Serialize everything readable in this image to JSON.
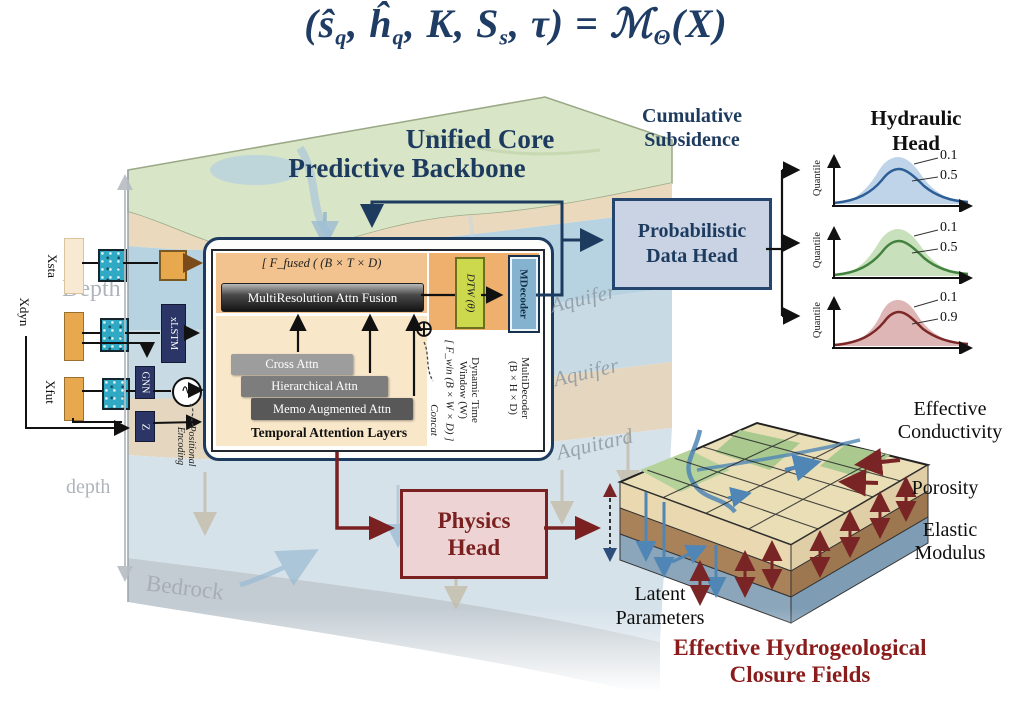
{
  "formula": {
    "parts": [
      "(ŝ",
      "q",
      ", ĥ",
      "q",
      ", K, S",
      "s",
      ", τ) = ℳ",
      "Θ",
      "(X)"
    ]
  },
  "backbone": {
    "title_line1": "Unified Core",
    "title_line2": "Predictive Backbone",
    "fused_label": "[ F_fused ( (B × T × D)",
    "fusion_bar_label": "MultiResolution Attn Fusion",
    "attention_layers": [
      "Cross Attn",
      "Hierarchical Attn",
      "Memo Augmented Attn"
    ],
    "attention_caption": "Temporal Attention Layers",
    "plus_symbol": "⊕",
    "dtw_box_label": "DTW (θ)",
    "decoder_box_label": "MDecoder",
    "concat_label": "Concat",
    "fwin_label": "[ F_win (B × W × D) ]",
    "window_caption": "Dynamic Time\nWindow (W)",
    "decoder_caption": "MultiDecoder\n(B × H × D)"
  },
  "inputs": {
    "xsta_label": "Xsta",
    "xdyn_label": "Xdyn",
    "xfut_label": "Xfut",
    "lstm_label": "xLSTM",
    "gnn_label": "GNN",
    "z_label": "Z",
    "positional_encoding": "Positional\nEncoding",
    "pe_symbol": "∿"
  },
  "geology": {
    "depth_upper": "Depth",
    "depth_lower": "depth",
    "layer_labels": [
      "Aquifer",
      "Aquifer",
      "Aquitard"
    ],
    "bedrock_label": "Bedrock"
  },
  "outputs": {
    "cumulative_label": "Cumulative\nSubsidence",
    "prob_head_label": "Probabilistic\nData Head",
    "hydraulic_label": "Hydraulic\nHead",
    "quantile_axis_label": "Quantile",
    "plots": [
      {
        "name": "quantile-plot-blue",
        "labels": [
          "0.1",
          "0.5"
        ],
        "line_color": "#2d5f96",
        "band_color": "#b0c9e4"
      },
      {
        "name": "quantile-plot-green",
        "labels": [
          "0.1",
          "0.5"
        ],
        "line_color": "#44823f",
        "band_color": "#bedbb0"
      },
      {
        "name": "quantile-plot-red",
        "labels": [
          "0.1",
          "0.9"
        ],
        "line_color": "#7c2828",
        "band_color": "#dcaeae"
      }
    ]
  },
  "physics": {
    "head_label": "Physics\nHead",
    "latent_label": "Latent\nParameters",
    "closure_label": "Effective Hydrogeological\nClosure Fields",
    "field_labels": [
      "Effective\nConductivity",
      "Porosity",
      "Elastic\nModulus"
    ]
  },
  "colors": {
    "formula_navy": "#1e3c64",
    "dark_red": "#7a2020",
    "panel_orange": "#f2c28f",
    "panel_peach": "#f9e7ca",
    "cyan_box": "#2fa9c4",
    "navy_box": "#2b3666",
    "dtw_green": "#ccd94c",
    "decoder_blue": "#85b3cf",
    "prob_head_fill": "#c9d3e3",
    "physics_fill": "#edd3d3"
  }
}
